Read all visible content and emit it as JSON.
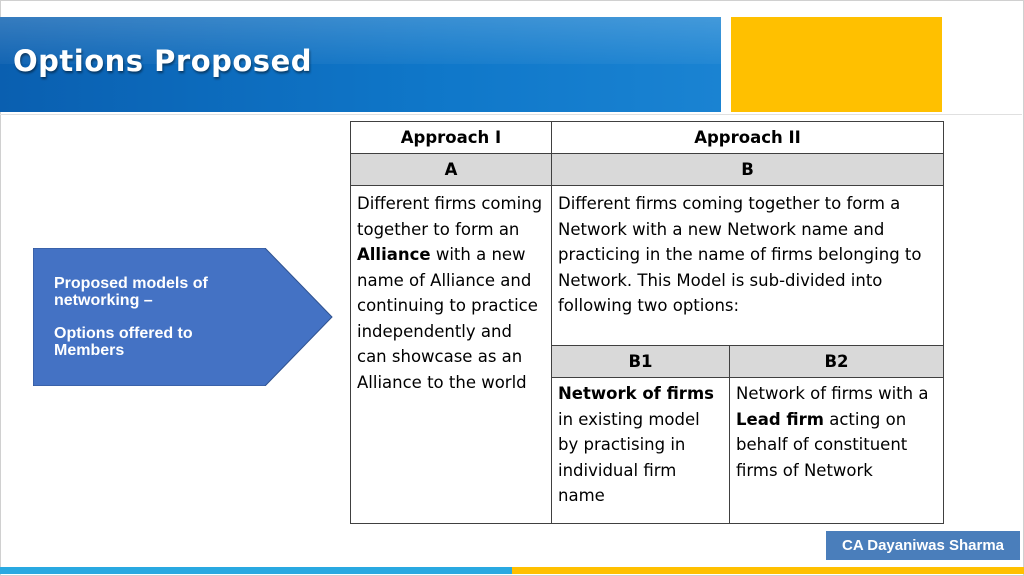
{
  "slide": {
    "title": "Options Proposed",
    "credit": "CA Dayaniwas Sharma",
    "colors": {
      "title_bar": "#0f77c9",
      "accent_yellow": "#ffc000",
      "callout": "#4472c4",
      "footer_blue": "#29a9e1"
    }
  },
  "callout": {
    "line1": "Proposed models of networking –",
    "line2": "Options offered to Members"
  },
  "table": {
    "approach1": "Approach I",
    "approach2": "Approach II",
    "col_a": "A",
    "col_b": "B",
    "a_text_1": "Different firms coming together to form an ",
    "a_bold": "Alliance",
    "a_text_2": " with a new name of Alliance and continuing to practice independently and can showcase as an Alliance to the world",
    "b_text": "Different firms coming together to form a Network with a new Network name and practicing in the name of firms belonging to Network.  This Model is sub-divided into following two options:",
    "b1_label": "B1",
    "b2_label": "B2",
    "b1_bold": "Network of firms",
    "b1_text": " in existing model by practising in individual firm name",
    "b2_text_1": "Network of firms with a ",
    "b2_bold": "Lead firm",
    "b2_text_2": " acting on behalf of constituent firms of Network"
  }
}
